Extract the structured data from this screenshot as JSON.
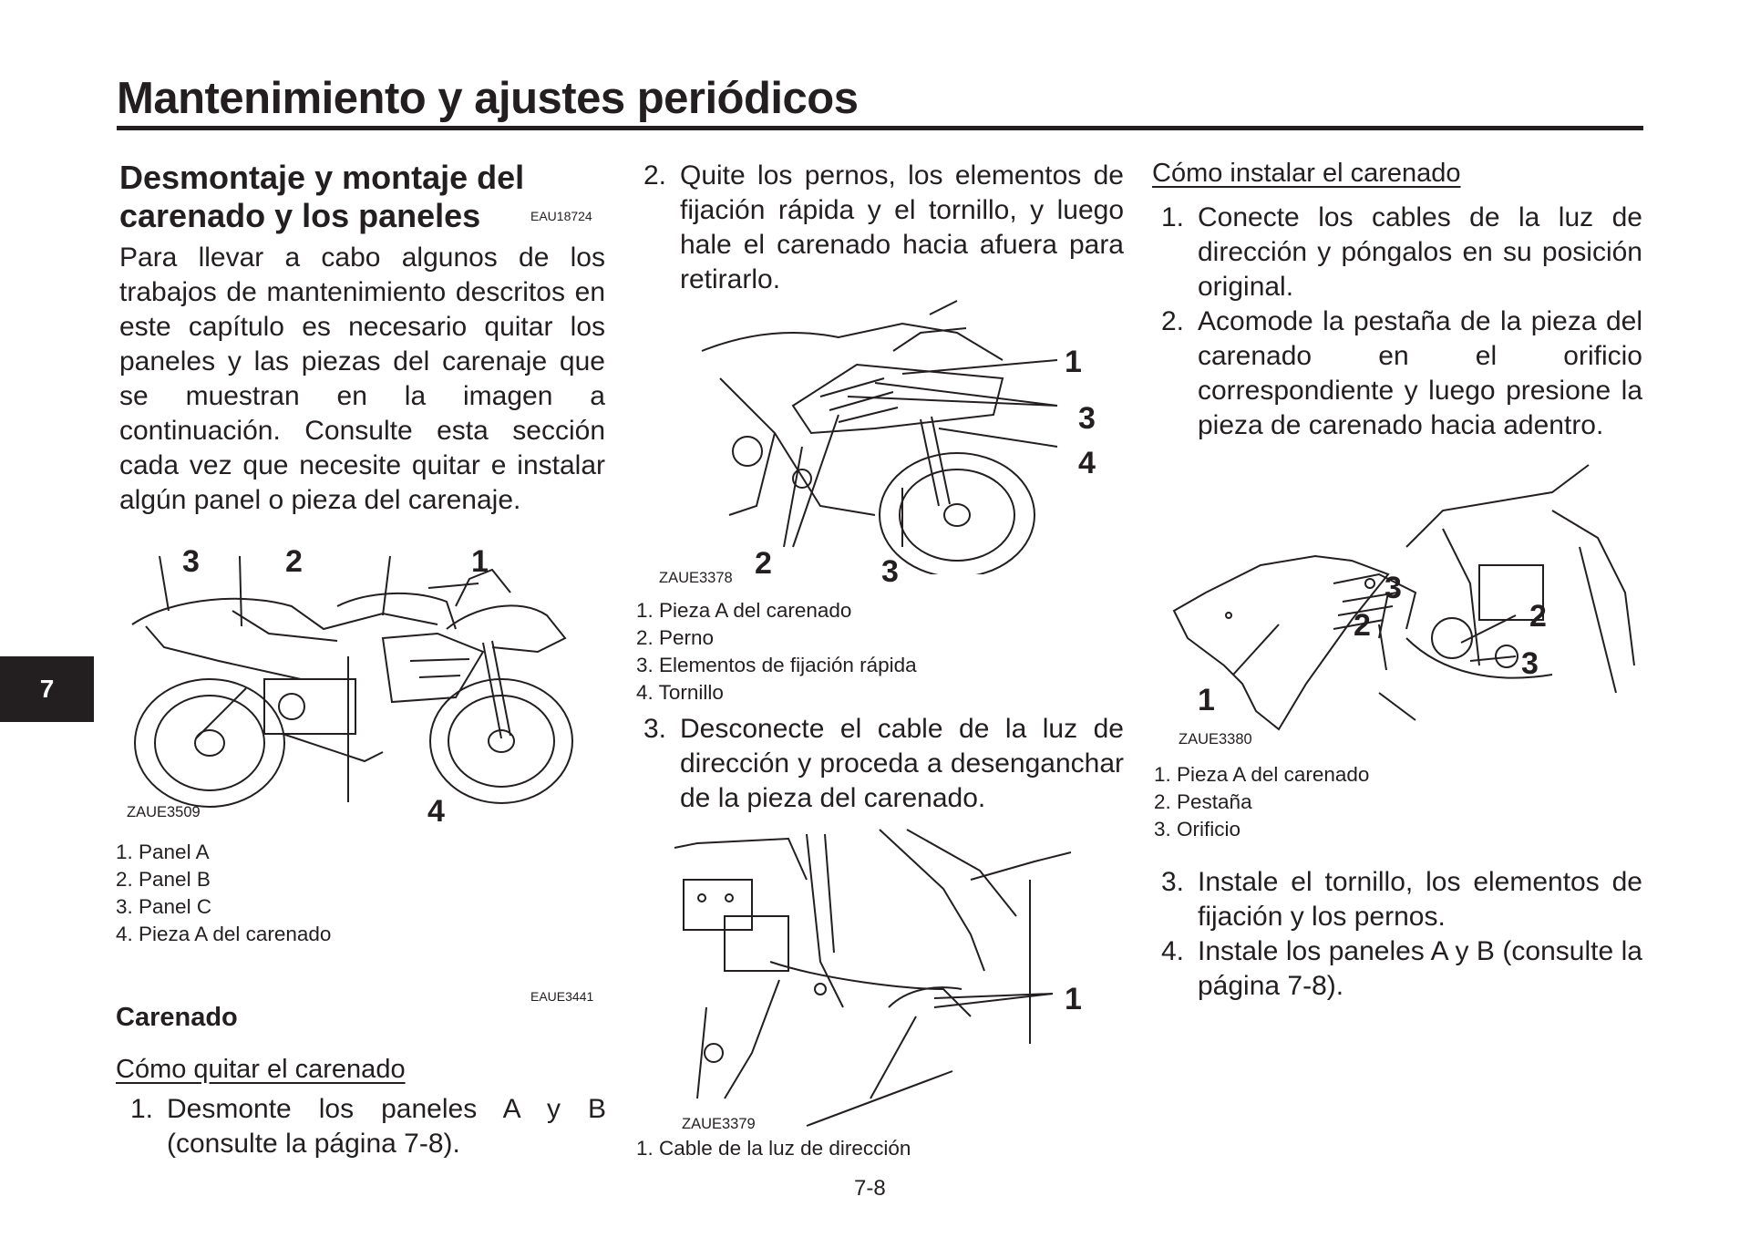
{
  "header": {
    "title": "Mantenimiento y ajustes periódicos"
  },
  "chapter_tab": "7",
  "page_number": "7-8",
  "col1": {
    "section_title_line1": "Desmontaje y montaje del",
    "section_title_line2": "carenado y los paneles",
    "section_code": "EAU18724",
    "intro": "Para llevar a cabo algunos de los trabajos de mantenimiento descritos en este capítulo es necesario quitar los paneles y las piezas del carenaje que se muestran en la imagen a continuación. Consulte esta sección cada vez que necesite quitar e instalar algún panel o pieza del carenaje.",
    "figure": {
      "id": "ZAUE3509",
      "callouts": [
        "3",
        "2",
        "1",
        "4"
      ]
    },
    "legend": [
      "1. Panel A",
      "2. Panel B",
      "3. Panel C",
      "4. Pieza A del carenado"
    ],
    "carenado_code": "EAUE3441",
    "carenado_title": "Carenado",
    "remove_heading": "Cómo quitar el carenado",
    "step1_num": "1.",
    "step1_text": "Desmonte los paneles A y B (consulte la página 7-8)."
  },
  "col2": {
    "step2_num": "2.",
    "step2_text": "Quite los pernos, los elementos de fijación rápida y el tornillo, y luego hale el carenado hacia afuera para retirarlo.",
    "figure1": {
      "id": "ZAUE3378",
      "callouts": [
        "1",
        "3",
        "4",
        "2",
        "3"
      ]
    },
    "legend1": [
      "1. Pieza A del carenado",
      "2. Perno",
      "3. Elementos de fijación rápida",
      "4. Tornillo"
    ],
    "step3_num": "3.",
    "step3_text": "Desconecte el cable de la luz de dirección y proceda a desenganchar de la pieza del carenado.",
    "figure2": {
      "id": "ZAUE3379",
      "callouts": [
        "1"
      ]
    },
    "legend2": [
      "1. Cable de la luz de dirección"
    ]
  },
  "col3": {
    "install_heading": "Cómo instalar el carenado",
    "steps": [
      {
        "num": "1.",
        "text": "Conecte los cables de la luz de dirección y póngalos en su posición original."
      },
      {
        "num": "2.",
        "text": "Acomode la pestaña de la pieza del carenado en el orificio correspondiente y luego presione la pieza de carenado hacia adentro."
      }
    ],
    "figure": {
      "id": "ZAUE3380",
      "callouts": [
        "3",
        "2",
        "2",
        "3",
        "1"
      ]
    },
    "legend": [
      "1. Pieza A del carenado",
      "2. Pestaña",
      "3. Orificio"
    ],
    "steps_after": [
      {
        "num": "3.",
        "text": "Instale el tornillo, los elementos de fijación y los pernos."
      },
      {
        "num": "4.",
        "text": "Instale los paneles A y B (consulte la página 7-8)."
      }
    ]
  }
}
